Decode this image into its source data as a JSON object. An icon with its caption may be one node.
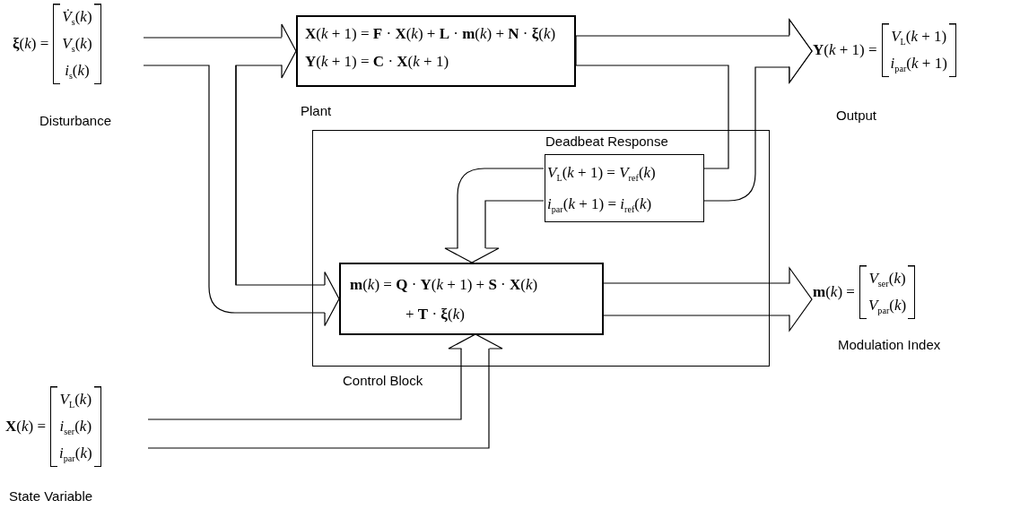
{
  "diagram": {
    "nodes": [
      {
        "text": [
          "**ξ**(*k*) =",
          "*V̇*$_{s}$(*k*)",
          "*V*$_{s}$(*k*)",
          "*i*$_{s}$(*k*)"
        ],
        "beside": [
          "Disturbance"
        ]
      },
      {
        "text": [
          "**X**(*k* + 1) = **F** · **X**(*k*) + **L** · **m**(*k*) + **N** · **ξ**(*k*)",
          "**Y**(*k* + 1) = **C** · **X**(*k* + 1)"
        ],
        "beside": [
          "Plant"
        ]
      },
      {
        "text": [
          "**Y**(*k* + 1) =",
          "*V*$_{L}$(*k* + 1)",
          "*i*$_{par}$(*k* + 1)"
        ],
        "beside": [
          "Output"
        ]
      },
      {
        "text": [
          "Control Block"
        ]
      },
      {
        "text": [
          "Deadbeat Response",
          "*V*$_{L}$(*k* + 1) = *V*$_{ref}$(*k*)",
          "*i*$_{par}$(*k* + 1) = *i*$_{ref}$(*k*)"
        ],
        "in": 3
      },
      {
        "text": [
          "**m**(*k*) = **Q** · **Y**(*k* + 1) + **S** · **X**(*k*) + **T** · **ξ**(*k*)"
        ],
        "in": 3
      },
      {
        "text": [
          "**m**(*k*) =",
          "*V*$_{ser}$(*k*)",
          "*V*$_{par}$(*k*)"
        ],
        "beside": [
          "Modulation Index"
        ]
      },
      {
        "text": [
          "**X**(*k*) =",
          "*V*$_{L}$(*k*)",
          "*i*$_{ser}$(*k*)",
          "*i*$_{par}$(*k*)"
        ],
        "beside": [
          "State Variable"
        ]
      }
    ],
    "edges": [
      {
        "from": 0,
        "to": 1,
        "arrow": "to"
      },
      {
        "from": 0,
        "to": 5,
        "arrow": "to"
      },
      {
        "from": 1,
        "to": 2,
        "arrow": "to"
      },
      {
        "from": 4,
        "to": 2,
        "arrow": "to"
      },
      {
        "from": 4,
        "to": 5,
        "arrow": "to"
      },
      {
        "from": 5,
        "to": 6,
        "arrow": "to"
      },
      {
        "from": 7,
        "to": 5,
        "arrow": "to"
      }
    ]
  }
}
